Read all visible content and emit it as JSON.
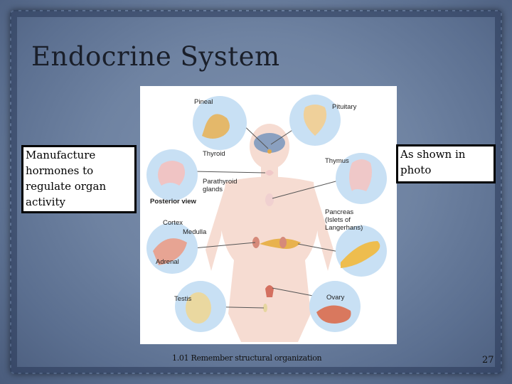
{
  "slide": {
    "title": "Endocrine System",
    "callout_left": "Manufacture hormones to regulate organ activity",
    "callout_right": "As shown in photo",
    "footer": "1.01 Remember structural organization",
    "page_number": "27"
  },
  "figure": {
    "labels": {
      "pineal": "Pineal",
      "pituitary": "Pituitary",
      "thyroid": "Thyroid",
      "thymus": "Thymus",
      "parathyroid_1": "Parathyroid",
      "parathyroid_2": "glands",
      "posterior_view": "Posterior view",
      "pancreas_1": "Pancreas",
      "pancreas_2": "(Islets of",
      "pancreas_3": "Langerhans)",
      "cortex": "Cortex",
      "medulla": "Medulla",
      "adrenal": "Adrenal",
      "testis": "Testis",
      "ovary": "Ovary"
    }
  }
}
